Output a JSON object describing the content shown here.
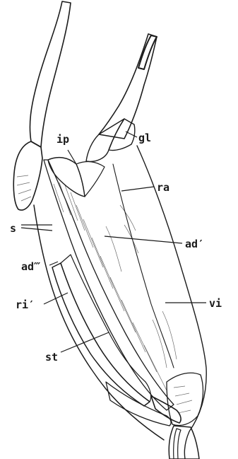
{
  "figure": {
    "labels": {
      "ip": "ip",
      "gl": "gl",
      "ra": "ra",
      "s": "s",
      "ad_prime": "ad′",
      "ad_triple_prime": "ad‴",
      "ri_prime": "ri′",
      "vi": "vi",
      "st": "st"
    },
    "colors": {
      "ink": "#1c1c1c",
      "shade": "#8a8a8a",
      "dark": "#2a2a2a",
      "paper": "#ffffff"
    }
  }
}
